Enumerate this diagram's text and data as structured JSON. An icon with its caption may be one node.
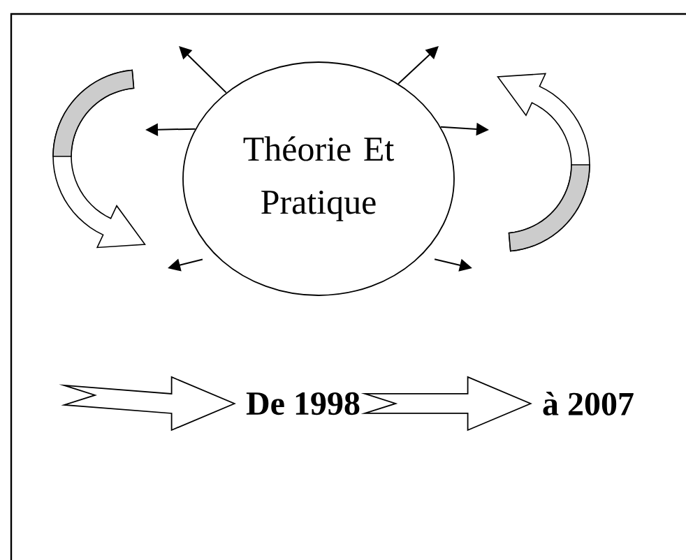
{
  "diagram": {
    "nodes": [
      {
        "text": [
          "Théorie Et Pratique"
        ]
      },
      {
        "text": [
          "De 1998"
        ]
      },
      {
        "text": [
          "à 2007"
        ]
      }
    ],
    "edges": [
      {
        "from": 0,
        "to": null,
        "arrow": "to"
      },
      {
        "from": 0,
        "to": null,
        "arrow": "to"
      },
      {
        "from": 0,
        "to": null,
        "arrow": "to"
      },
      {
        "from": 0,
        "to": null,
        "arrow": "to"
      },
      {
        "from": 0,
        "to": null,
        "arrow": "to"
      },
      {
        "from": 0,
        "to": null,
        "arrow": "to"
      },
      {
        "from": null,
        "to": 1,
        "arrow": "to"
      },
      {
        "from": 1,
        "to": 2,
        "arrow": "to"
      }
    ]
  }
}
